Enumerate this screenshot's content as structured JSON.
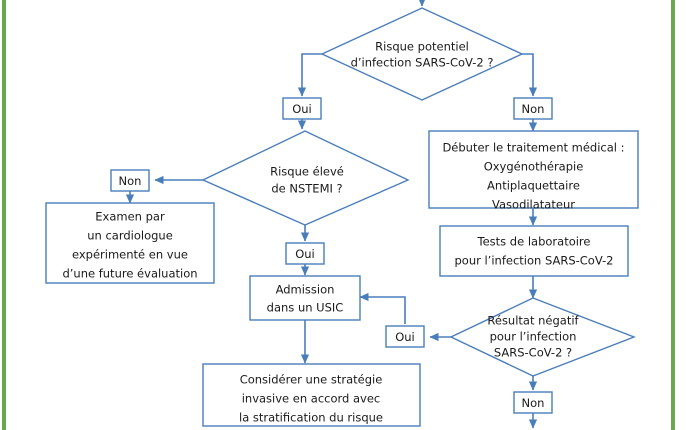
{
  "figure": {
    "kind": "clinical-decision-flowchart",
    "language": "fr",
    "accent_color": "#4a7ebb",
    "border_color": "#6aa84f",
    "background_color": "#ffffff",
    "text_color": "#1a1a1a"
  },
  "nodes": {
    "risque_potentiel": {
      "type": "decision",
      "lines": [
        "Risque potentiel",
        "d’infection SARS-CoV-2 ?"
      ]
    },
    "risque_nstemi": {
      "type": "decision",
      "lines": [
        "Risque élevé",
        "de NSTEMI ?"
      ]
    },
    "traitement_medical": {
      "type": "process",
      "lines": [
        "Débuter le traitement médical :",
        "Oxygénothérapie",
        "Antiplaquettaire",
        "Vasodilatateur"
      ]
    },
    "tests_laboratoire": {
      "type": "process",
      "lines": [
        "Tests de laboratoire",
        "pour l’infection SARS-CoV-2"
      ]
    },
    "resultat_negatif": {
      "type": "decision",
      "lines": [
        "Résultat négatif",
        "pour l’infection",
        "SARS-CoV-2 ?"
      ]
    },
    "examen_cardiologue": {
      "type": "process",
      "lines": [
        "Examen par",
        "un cardiologue",
        "expérimenté en vue",
        "d’une future évaluation"
      ]
    },
    "admission_usic": {
      "type": "process",
      "lines": [
        "Admission",
        "dans un USIC"
      ]
    },
    "strategie_invasive": {
      "type": "process",
      "lines": [
        "Considérer une stratégie",
        "invasive en accord avec",
        "la stratification du risque"
      ]
    }
  },
  "branch_labels": {
    "potentiel_oui": "Oui",
    "potentiel_non": "Non",
    "nstemi_non": "Non",
    "nstemi_oui": "Oui",
    "resultat_oui": "Oui",
    "resultat_non": "Non"
  }
}
